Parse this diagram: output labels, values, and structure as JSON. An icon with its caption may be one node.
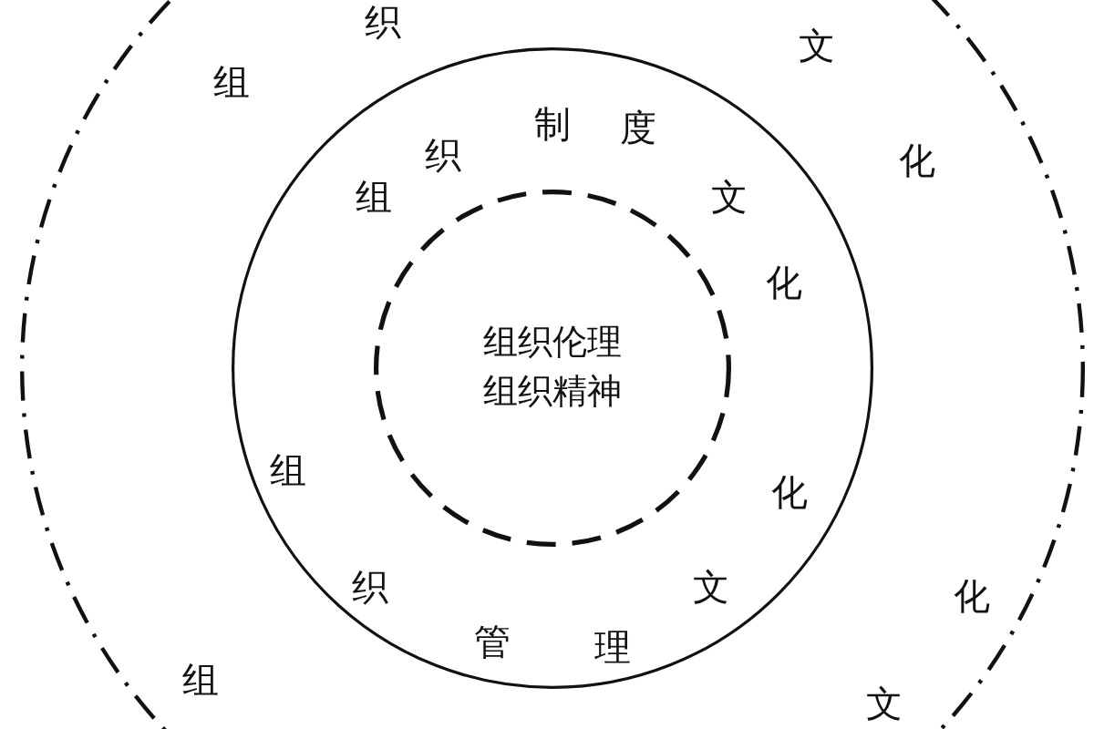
{
  "diagram": {
    "nodes": [
      {
        "text": [
          "组",
          "织",
          "文",
          "化",
          "组",
          "文",
          "化"
        ]
      },
      {
        "text": [
          "组",
          "织",
          "制",
          "度",
          "文",
          "化",
          "组",
          "织",
          "管",
          "理",
          "文",
          "化"
        ],
        "in": 0
      },
      {
        "text": [
          "组织伦理",
          "组织精神"
        ],
        "in": 1
      }
    ]
  }
}
